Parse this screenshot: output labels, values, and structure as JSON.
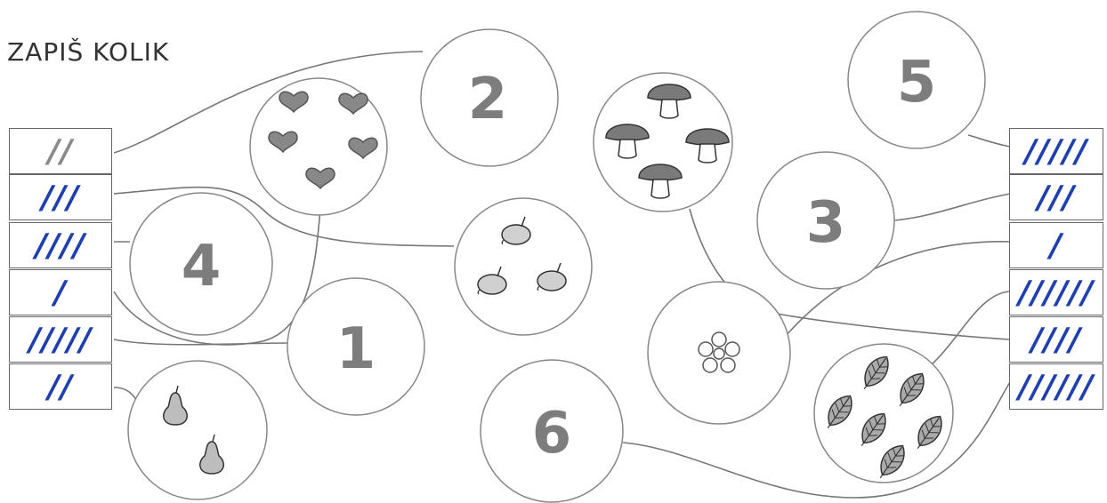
{
  "title": "ZAPIŠ KOLIK",
  "left_column": [
    "//",
    "///",
    "////",
    "/",
    "/////",
    "//"
  ],
  "right_column": [
    "/////",
    "///",
    "/",
    "//////",
    "////",
    "//////"
  ],
  "numbers": {
    "n1": "1",
    "n2": "2",
    "n3": "3",
    "n4": "4",
    "n5": "5",
    "n6": "6"
  },
  "pictures": {
    "hearts": {
      "icon": "heart-icon",
      "count": 5
    },
    "apples": {
      "icon": "apple-icon",
      "count": 3
    },
    "pears": {
      "icon": "pear-icon",
      "count": 2
    },
    "mushrooms": {
      "icon": "mushroom-icon",
      "count": 4
    },
    "flower": {
      "icon": "flower-icon",
      "count": 1
    },
    "leaves": {
      "icon": "leaf-icon",
      "count": 6
    }
  },
  "colors": {
    "tally": "#1f3fae",
    "tally_gray": "#8a8a8a",
    "number": "#7d7d7d",
    "shape": "#888888"
  }
}
